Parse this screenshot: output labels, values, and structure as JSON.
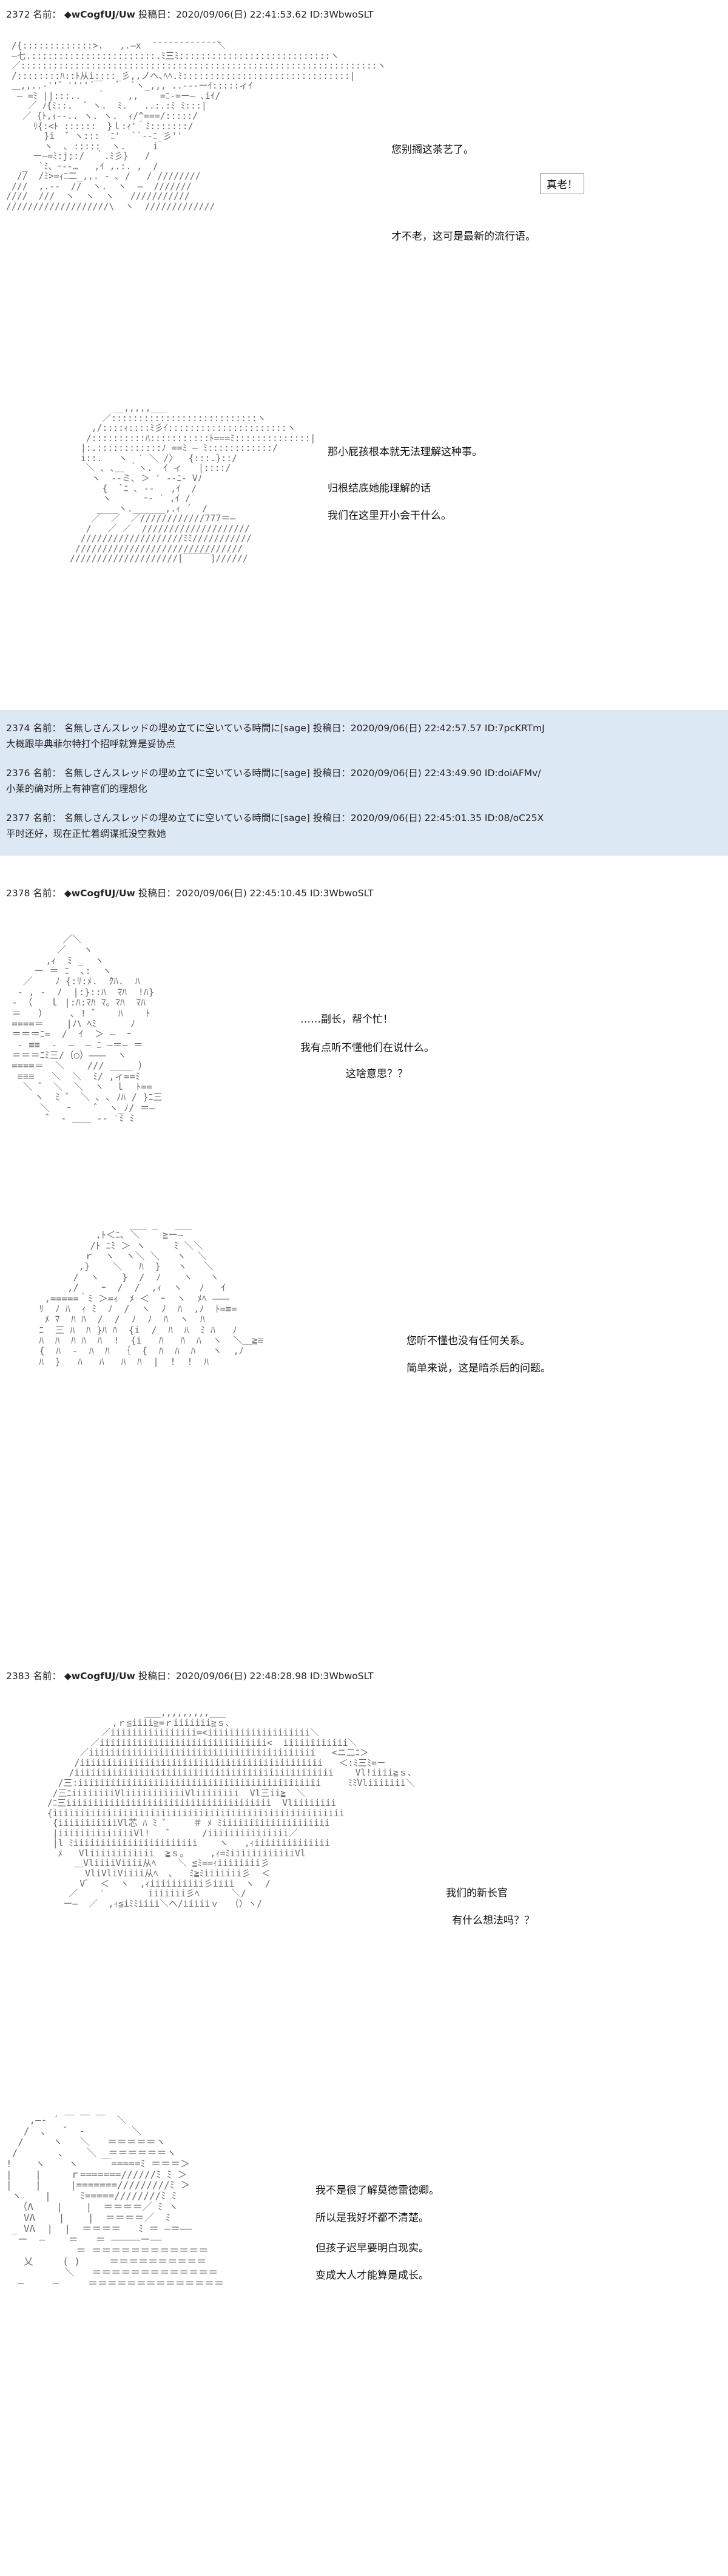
{
  "posts": [
    {
      "header_num": "2372",
      "header_label": "名前：",
      "header_name": "◆wCogfUJ/Uw",
      "header_rest": "投稿日：2020/09/06(日) 22:41:53.62 ID:3WbwoSLT",
      "panels": [
        {
          "aa": " /{:::::::::::::>.   ,.―x  ̄ ̄ ̄ ̄ ̄ ̄ ̄ ̄ ̄ ̄ ̄ ̄ ̄＼\n ―七.:::::::::::::::::::::::.ﾐ三ﾐ::::::::::::::::::::::::::::ヽ\n ／::::::::::::::::::::::::::::::::::::::::::::::::::::::::::::::::::ヽ\n /::::::::ﾊ::ﾄ从i::::_彡,,ノへ､ﾍﾍ.ﾐ:::::::::::::::::::::::::::::::|\n ＿,,..-''゛''''´￣  ´  `ヽ_,,, ..--‐ーｲ:::::ィｲ\n  ― =ﾐ ||:::..   ｀    ,,    =ﾆ-=ー― ､iｲ/\n    ／ ﾉ{ﾐ::.  ゛ヽ.  ﾐ.   ..:.:ﾐ ﾐ:::|\n   ／ {ﾄ,ｨ-‐.. ヽ. ヽ.  ｨ/^===/:::::/\n     ﾘ{:<ﾄ ::::::  }ｌ:ｨ'｀ﾐ:::::::/\n       }i  ゛ヽ:::  ﾆ'  ``‐-ﾆ_彡''\n       ヽ  ､ :::::  ヽ.     i\n     ー―=ﾐ:j;:/  ｀.ﾐ彡}   /\n   _  `ﾐ、ｰ-‐…   ,ｲ ,.:. ,  /\n  //  /ﾐ>=ｨﾆ二_,,. ‐ ､ /   / ////////\n ///  ,.-‐  //  ヽ.  ヽ  ―  ///////\n////  ///  ヽ  ヽ  ヽ   ///////////\n///////////////////\\  ヽ  /////////////",
          "dialog": [
            "您别搁这茶艺了。",
            "才不老，这可是最新的流行语。"
          ],
          "box": "真老！"
        },
        {
          "aa": "        __,,,,,___\n      ／:::::::::::::::::::::::::::ヽ\n    ,/::::ｨ::::ﾐ彡ｲ::::::::::::::::::::::ヽ\n   /::::::::::ﾊ:::::::::::ﾄ===ﾐ::::::::::::::|\n  |:.::::::::::::ﾉ ==ﾐ ― ﾐ::::::::::::/\n  i::.   ヽ  ′ ＼ /〉  {:::.}::/\n   ＼ ､ ､＿ ｀ヽ.  ｲ ィ   |::::/\n    ヽ  ‐-ミ､ ＞ ' ‐-ﾆ‐ Vﾉ\n      {  `ﾆ ､ ‐‐   ,ｲ  /\n      ヽ      ｰ‐ ′ ,ｲ /\n     ____ヽ.______,.ｨ ´  /\n    ／  ／  ／////////////777＝―\n   /   ／ ／  ////////////////////\n  ///////////////////ﾐﾐ///////////\n ///////////////////////////////\n////////////////////[￣￣￣]//////",
          "dialog": [
            "那小屁孩根本就无法理解这种事。",
            "归根结底她能理解的话",
            "我们在这里开小会干什么。"
          ]
        }
      ]
    },
    {
      "header_num": "2374",
      "header_label": "名前：",
      "header_name": "名無しさんスレッドの埋め立てに空いている時間に[sage]",
      "header_rest": "投稿日：2020/09/06(日) 22:42:57.57 ID:7pcKRTmJ",
      "body": "大概跟毕典菲尔特打个招呼就算是妥协点",
      "blue": true
    },
    {
      "header_num": "2376",
      "header_label": "名前：",
      "header_name": "名無しさんスレッドの埋め立てに空いている時間に[sage]",
      "header_rest": "投稿日：2020/09/06(日) 22:43:49.90 ID:doiAFMv/",
      "body": "小莱的确对所上有神官们的理想化",
      "blue": true
    },
    {
      "header_num": "2377",
      "header_label": "名前：",
      "header_name": "名無しさんスレッドの埋め立てに空いている時間に[sage]",
      "header_rest": "投稿日：2020/09/06(日) 22:45:01.35 ID:08/oC25X",
      "body": "平时还好，现在正忙着绸谋抵没空救她",
      "blue": true
    },
    {
      "header_num": "2378",
      "header_label": "名前：",
      "header_name": "◆wCogfUJ/Uw",
      "header_rest": "投稿日：2020/09/06(日) 22:45:10.45 ID:3WbwoSLT",
      "panels": [
        {
          "aa": "          ／＼\n         ／   ヽ\n       ,ｨ  ﾐ _  ヽ\n     ー ＝ ﾆ  ､:  ヽ\n   ／    ﾉ {:ﾘ:ﾒ.  ｸﾊ.  ﾊ\n  ‐ , ‐  ﾉ  |:}::ﾊ  ﾏﾊ  !ﾊ}\n ‐ （   ｌ |:ﾊ:ﾏﾊ ﾏ。ﾏﾊ  ﾏﾊ\n ＝   ）    ､ ! ゛   ﾊ    ﾄ\n ====＝    |ハ ﾍﾐ      ﾉ\n ＝＝＝ﾆ=  /  ｲ  ＞ ―  ｰ\n  ‐ ≡≡  ‐  ―  ― ﾆ ―＝― ＝\n ＝＝＝ﾆﾐ三/（○）―――  ヽ\n ====＝  ＼    /// ____ ）\n  ≡≡≡   ＼  ＼  ﾐ/ ,ィ==ﾐ\n   ＼ ゛ ＼  ＼  ヽ  ｌ  ﾄ==\n     ヽ  ﾐ ゛ ＼ ､ ､ ﾉﾊ / }ﾆ三\n      ＼   ｰ    ゛ ヽ_ﾉ/ ＝―\n       ゛ ‐ ＿＿ ‐‐ ′ﾐ ﾐ",
          "dialog": [
            "……副长，帮个忙！",
            "我有点听不懂他们在说什么。",
            "这啥意思？？"
          ]
        },
        {
          "aa": "                 ___ _   ___\n           ,ﾄ＜ﾆ､ ＼    ≧ー―\n          /ﾄ ﾆﾐ ＞ ヽ     ﾐ ＼＼\n         ｒ  ヽ  ヽ＼ ＼   ヽ  ＼\n        ,}    ＼   ﾊ  }   ヽ   ＼\n       /  ヽ    }  /  ﾉ    ヽ   ヽ\n      ,/    ｰ  /  /  ,ｨ  ヽ   ﾉ   ｲ\n  ,=====｀ﾐ ＞=ｨ  ﾒ ＜  ｰ  ヽ  ﾒﾍ ―――\n ﾘ  ﾉ ﾊ  ｨ ﾐ  ﾉ  /  ヽ  ﾉ  ﾊ  ,ﾉ  ﾄ=≡=\n  ﾒ ﾏ  ﾊ ﾊ  /  /  ﾉ  ﾉ  ﾊ  ヽ  ﾊ\n ﾆ  三 ﾊ  ﾊ }ﾊ ﾊ  {i  /  ﾊ  ﾊ  ﾐ ﾊ   ﾉ\n ﾊ  ﾊ  ﾊ ﾊ  ﾊ  !  {i   ﾊ   ﾊ  ﾊ  ヽ  ＼＿≧≡\n {  ﾊ  ‐  ﾊ  ﾊ  ｛  {  ﾊ  ﾊ  ﾊ   ヽ  ,ﾉ\n ﾊ  }   ﾊ   ﾊ   ﾊ  ﾊ  |  !  !  ﾊ",
          "dialog": [
            "您听不懂也没有任何关系。",
            "简单来说，这是暗杀后的问题。"
          ]
        }
      ]
    },
    {
      "header_num": "2383",
      "header_label": "名前：",
      "header_name": "◆wCogfUJ/Uw",
      "header_rest": "投稿日：2020/09/06(日) 22:48:28.98 ID:3WbwoSLT",
      "panels": [
        {
          "aa": "                    ___,,,,,,,,,___\n              ,ｒ≦iiii≧=ｒiiiiiii≧ｓ、\n            ／iiiiiiiiiiiiiiii=<iiiiiiiiiiiiiiiiiii＼\n          ／iiiiiiiiiiiiiiiiiiiiiiiiiiiiiii<  iiiiiiiiiiii＼\n        ／iiiiiiiiiiiiiiiiiiiiiiiiiiiiiiiiiiiiiiiiii   <ニ二ﾆ＞\n       /iiiiiiiiiiiiiiiiiiiiiiiiiiiiiiiiiiiiiiiiiiiii   ＜:ﾐ三ﾐ=－\n      /iiiiiiiiiiiiiiiiiiiiiiiiiiiiiiiiiiiiiiiiiiiiiiii    Vl!iiii≧ｓ、\n    /三:iiiiiiiiiiiiiiiiiiiiiiiiiiiiiiiiiiiiiiiiiiiii     ﾐﾐVliiiiiii＼\n   /三ﾆiiiiiiiiVliiiiiiiiiiiVliiiiiiii  Vl三ii≧  ＼\n  /ﾆ三iiiiiiiiiiiiiiiiiiiiiiiiiiiiiiiiiiiiii  Vliiiiiiii\n  {iiiiiiiiiiiiiiiiiiiiiiiiiiiiiiiiiiiiiiiiiiiiiiiiiiiiii\n   {iiiiiiiiiiiVl芯 ﾊ ﾐ ゛    ＃ ﾒ ﾐiiiiiiiiiiiiiiiiiiii\n   |iiiiiiiiiiiiiiVl!   ゛     /iiiiiiiiiiiiiii／\n   |l ﾐiiiiiiiiiiiiiiiiiiiiiii    ヽ   ,ｨiiiiiiiiiiiiii\n    ﾒ   Vliiiiiiiiiiii  ≧ｓ。    ,ｨ=ﾐiiiiiiiiiiiiVl\n       ＿VliiiiViiii从ﾍ    ＼ ≦ﾐ==ｨiiiiiiii彡\n         VliVliViiii从ﾍ  ､   ﾐ≧ﾐiiiiiii彡  ＜\n        Vﾞ  ＜  ヽ  ,ｨiiiiiiiiii彡iiii  ヽ  /\n      ／    ′        iiiiiii彡ﾍ      ＼/ \n     ー―  ／  ,ｨ≦iﾐﾐiiii＼ヘ/iiiiiｖ  （）ヽ/",
          "dialog": [
            "我们的新长官",
            "有什么想法吗？？"
          ]
        },
        {
          "aa": "    ,―‐ ´ ￣ ￣ ￣  ＼\n   /  ､   ゛ ‐        ＼\n  /     ヽ   ＼   ＝＝＝＝＝ヽ\n /       ､    ＼  ＝＝＝＝＝＝ヽ\n!    ヽ    ヽ    ￣=====ﾐ ＝＝＝＞\n|    |     ｒ=======//////ﾐ ﾐ ＞\n|    |     |=======/////////ﾐ ＞\n ヽ    |     ﾐ=====////////ﾐ ﾐ\n  （Λ    |    |  ＝＝＝＝／ ﾐ ヽ\n   VΛ    |    |  ＝＝＝＝／  ﾐ\n _ VΛ  |  |  ＝＝＝＝   ﾐ ＝ ―＝――\n  ー  ―    ＝   ＝ ―――――ー――\n            ＝ ＝＝＝＝＝＝＝＝＝＝＝＝\n   乂     ( )     ＝＝＝＝＝＝＝＝＝＝\n          ＼   ＝＝＝＝＝＝＝＝＝＝＝＝＝\n  ―     ―     ＝＝＝＝＝＝＝＝＝＝＝＝＝＝",
          "dialog": [
            "我不是很了解莫德雷德卿。",
            "所以是我好坏都不清楚。",
            "但孩子迟早要明白现实。",
            "变成大人才能算是成长。"
          ]
        }
      ]
    }
  ]
}
